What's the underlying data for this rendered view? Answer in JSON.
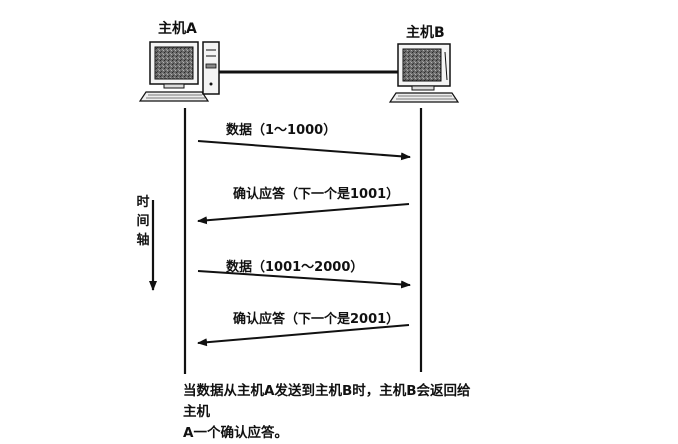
{
  "hosts": {
    "a": {
      "label": "主机A"
    },
    "b": {
      "label": "主机B"
    }
  },
  "time_axis": {
    "label_chars": [
      "时",
      "间",
      "轴"
    ]
  },
  "messages": [
    {
      "label": "数据（1～1000）",
      "direction": "A→B"
    },
    {
      "label": "确认应答（下一个是1001）",
      "direction": "B→A"
    },
    {
      "label": "数据（1001～2000）",
      "direction": "A→B"
    },
    {
      "label": "确认应答（下一个是2001）",
      "direction": "B→A"
    }
  ],
  "caption": {
    "line1": "当数据从主机A发送到主机B时，主机B会返回给主机",
    "line2": "A一个确认应答。"
  },
  "colors": {
    "line": "#111111",
    "screen": "#5a5a5a",
    "case": "#f2f2f2"
  },
  "icons": {
    "host_a": "desktop-tower-computer-icon",
    "host_b": "desktop-computer-icon"
  }
}
